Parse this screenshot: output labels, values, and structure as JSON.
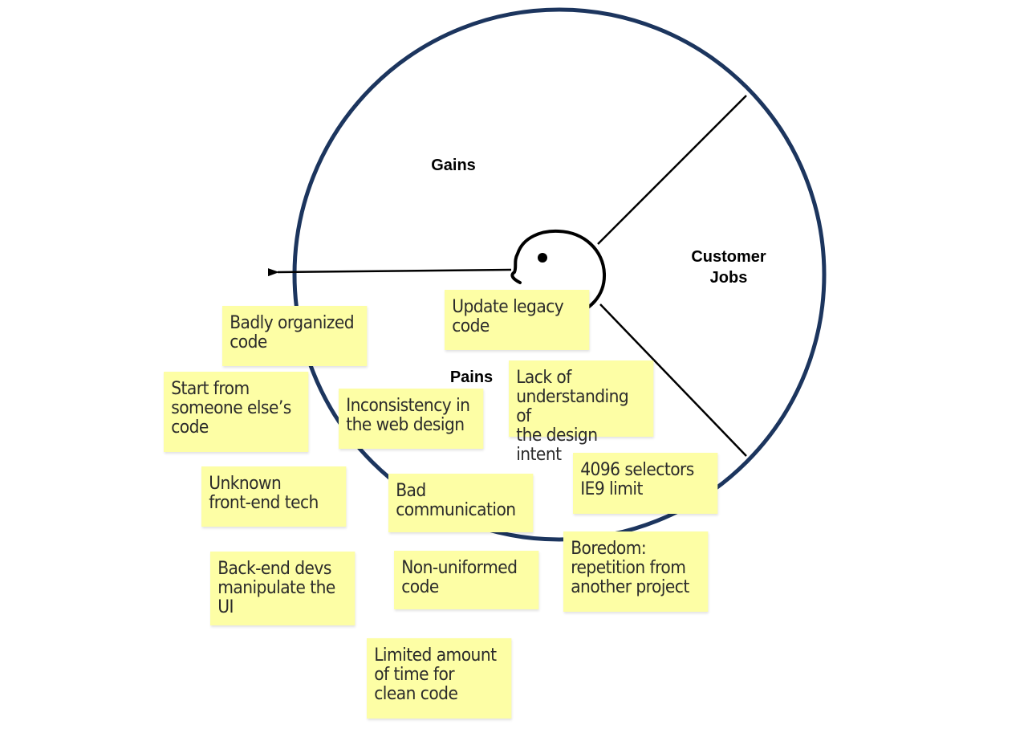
{
  "diagram": {
    "sections": {
      "gains": "Gains",
      "customer_jobs": "Customer\nJobs",
      "pains": "Pains"
    },
    "colors": {
      "circle_stroke": "#1c355e",
      "sticky_fill": "#fdfea5",
      "line": "#000000"
    },
    "icons": [
      "customer-head-icon",
      "arrow-left-icon"
    ],
    "stickies": [
      {
        "id": "update-legacy-code",
        "text": "Update legacy\ncode"
      },
      {
        "id": "badly-organized-code",
        "text": "Badly organized\ncode"
      },
      {
        "id": "start-from-someone-else",
        "text": "Start from\nsomeone else’s\ncode"
      },
      {
        "id": "inconsistency-web-design",
        "text": "Inconsistency in\nthe web design"
      },
      {
        "id": "lack-of-understanding",
        "text": "Lack of\nunderstanding of\nthe design intent"
      },
      {
        "id": "selectors-limit",
        "text": "4096 selectors\nIE9 limit"
      },
      {
        "id": "unknown-front-end",
        "text": "Unknown\nfront-end tech"
      },
      {
        "id": "bad-communication",
        "text": "Bad\ncommunication"
      },
      {
        "id": "boredom",
        "text": "Boredom:\nrepetition from\nanother project"
      },
      {
        "id": "back-end-devs",
        "text": "Back-end devs\nmanipulate the\nUI"
      },
      {
        "id": "non-uniformed-code",
        "text": "Non-uniformed\ncode"
      },
      {
        "id": "limited-time",
        "text": "Limited amount\nof time for\nclean code"
      }
    ]
  }
}
